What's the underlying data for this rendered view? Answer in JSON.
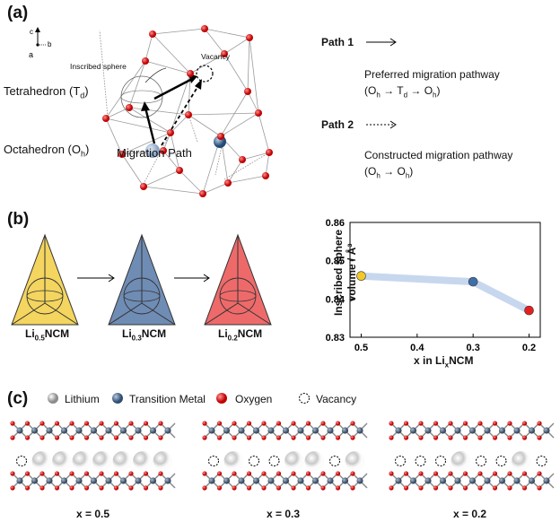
{
  "panel_a": {
    "label": "(a)",
    "axes": {
      "c": "c",
      "b": "b",
      "a": "a"
    },
    "inscribed_sphere": "Inscribed sphere",
    "vacancy": "Vacancy",
    "tetrahedron": {
      "text": "Tetrahedron (T",
      "sub": "d",
      "close": ")"
    },
    "octahedron": {
      "text": "Octahedron (O",
      "sub": "h",
      "close": ")"
    },
    "migration_path": "Migration Path",
    "path1": {
      "label": "Path 1",
      "desc": "Preferred migration pathway",
      "route": [
        "(O",
        "h",
        " → T",
        "d",
        " → O",
        "h",
        ")"
      ]
    },
    "path2": {
      "label": "Path 2",
      "desc": "Constructed migration pathway",
      "route": [
        "(O",
        "h",
        " → O",
        "h",
        ")"
      ]
    }
  },
  "panel_b": {
    "label": "(b)",
    "tetra_labels": [
      {
        "pre": "Li",
        "sub": "0.5",
        "post": "NCM",
        "color": "#f3d55f"
      },
      {
        "pre": "Li",
        "sub": "0.3",
        "post": "NCM",
        "color": "#6f8cb4"
      },
      {
        "pre": "Li",
        "sub": "0.2",
        "post": "NCM",
        "color": "#ee6a6a"
      }
    ]
  },
  "chart_data": {
    "type": "line",
    "ylabel": "Inscribed sphere volume / Å³",
    "xlabel": {
      "pre": "x in Li",
      "sub": "x",
      "post": "NCM"
    },
    "x_tick_labels": [
      "0.5",
      "0.4",
      "0.3",
      "0.2"
    ],
    "y_tick_labels": [
      "0.83",
      "0.84",
      "0.85",
      "0.86"
    ],
    "xlim": [
      0.52,
      0.18
    ],
    "ylim": [
      0.83,
      0.86
    ],
    "points": [
      {
        "x": 0.5,
        "y": 0.846,
        "color": "#f3c928"
      },
      {
        "x": 0.3,
        "y": 0.8445,
        "color": "#3d6fa8"
      },
      {
        "x": 0.2,
        "y": 0.837,
        "color": "#e32020"
      }
    ]
  },
  "panel_c": {
    "label": "(c)",
    "legend": [
      {
        "label": "Lithium",
        "icon": "lithium-ball-icon"
      },
      {
        "label": "Transition Metal",
        "icon": "tm-ball-icon"
      },
      {
        "label": "Oxygen",
        "icon": "oxygen-ball-icon"
      },
      {
        "label": "Vacancy",
        "icon": "vacancy-circle-icon"
      }
    ],
    "structures": [
      {
        "caption": "x = 0.5",
        "li_pattern": [
          0,
          1,
          1,
          1,
          1,
          1,
          1,
          1
        ]
      },
      {
        "caption": "x = 0.3",
        "li_pattern": [
          0,
          1,
          0,
          0,
          1,
          1,
          0,
          1
        ]
      },
      {
        "caption": "x = 0.2",
        "li_pattern": [
          0,
          0,
          0,
          1,
          0,
          0,
          1,
          0
        ]
      }
    ]
  }
}
